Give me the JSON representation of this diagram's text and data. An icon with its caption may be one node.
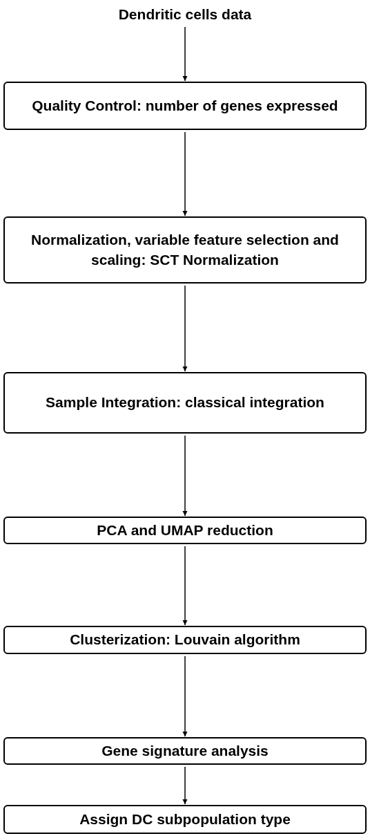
{
  "diagram": {
    "nodes": [
      {
        "text": [
          "Dendritic cells data"
        ]
      },
      {
        "text": [
          "Quality Control: number of genes expressed"
        ]
      },
      {
        "text": [
          "Normalization, variable feature selection and scaling: SCT Normalization"
        ]
      },
      {
        "text": [
          "Sample Integration: classical integration"
        ]
      },
      {
        "text": [
          "PCA and UMAP reduction"
        ]
      },
      {
        "text": [
          "Clusterization: Louvain algorithm"
        ]
      },
      {
        "text": [
          "Gene signature analysis"
        ]
      },
      {
        "text": [
          "Assign DC subpopulation type"
        ]
      }
    ],
    "edges": [
      {
        "from": 0,
        "to": 1,
        "arrow": "to"
      },
      {
        "from": 1,
        "to": 2,
        "arrow": "to"
      },
      {
        "from": 2,
        "to": 3,
        "arrow": "to"
      },
      {
        "from": 3,
        "to": 4,
        "arrow": "to"
      },
      {
        "from": 4,
        "to": 5,
        "arrow": "to"
      },
      {
        "from": 5,
        "to": 6,
        "arrow": "to"
      },
      {
        "from": 6,
        "to": 7,
        "arrow": "to"
      }
    ]
  }
}
